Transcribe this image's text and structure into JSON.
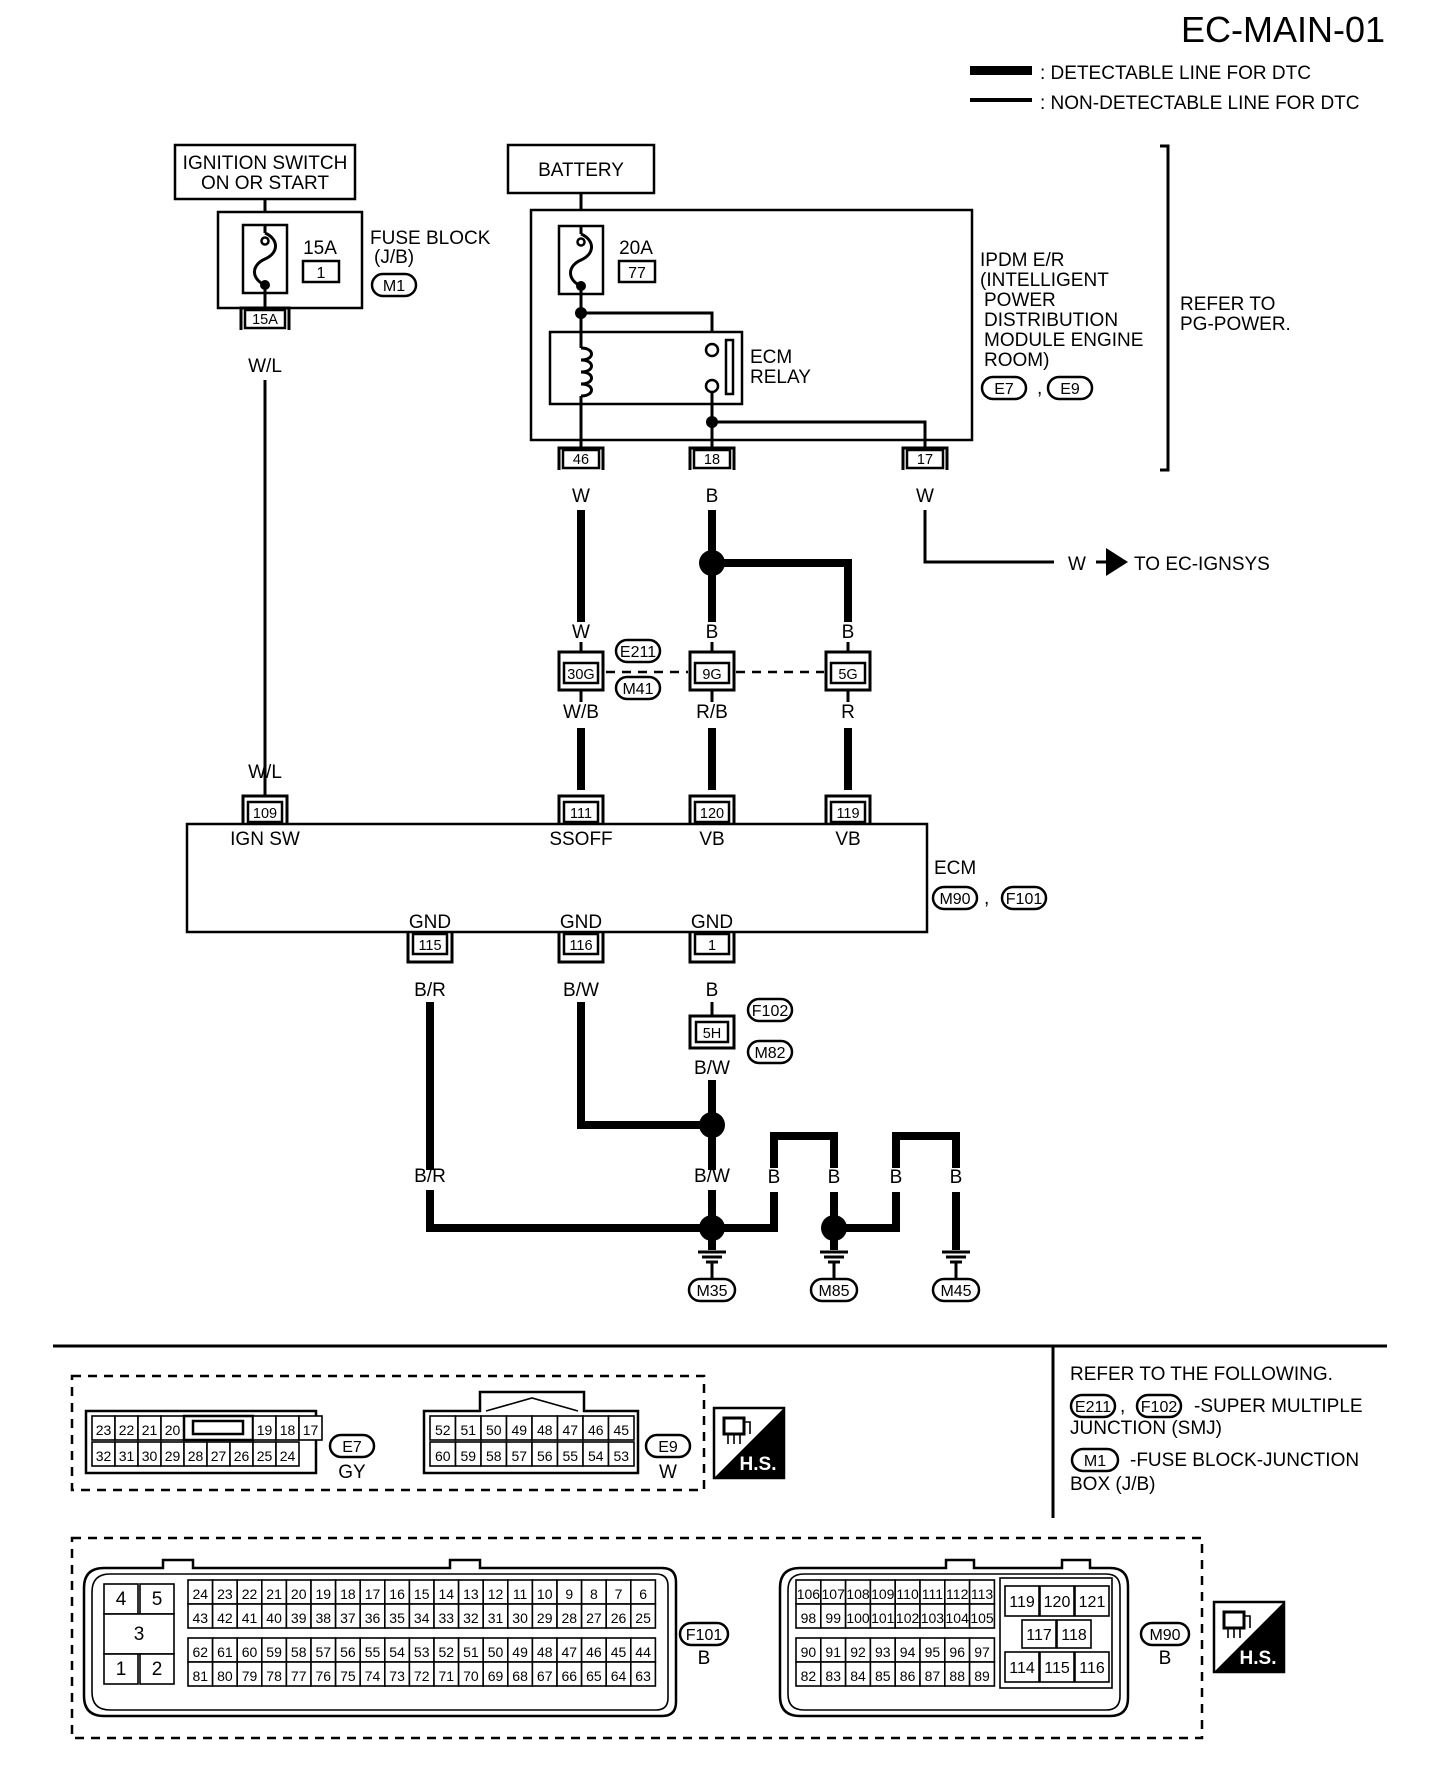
{
  "page_id": "EC-MAIN-01",
  "legend": {
    "detectable": ": DETECTABLE LINE FOR DTC",
    "non_detectable": ": NON-DETECTABLE LINE FOR DTC"
  },
  "ignition_switch": [
    "IGNITION SWITCH",
    "ON OR START"
  ],
  "battery": "BATTERY",
  "fuse_block": {
    "label": [
      "FUSE BLOCK",
      "(J/B)"
    ],
    "amp": "15A",
    "number": "1",
    "connector": "M1",
    "terminal": "15A",
    "wire": "W/L"
  },
  "ipdm": {
    "label": [
      "IPDM E/R",
      "(INTELLIGENT",
      "POWER",
      "DISTRIBUTION",
      "MODULE ENGINE",
      "ROOM)"
    ],
    "connectors": [
      "E7",
      "E9"
    ],
    "fuse_amp": "20A",
    "fuse_number": "77",
    "relay": [
      "ECM",
      "RELAY"
    ],
    "terminals": [
      "46",
      "18",
      "17"
    ],
    "wires": [
      "W",
      "B",
      "W"
    ]
  },
  "refer_pg": [
    "REFER TO",
    "PG-POWER."
  ],
  "to_ignsys": {
    "wire": "W",
    "text": "TO EC-IGNSYS"
  },
  "smj": {
    "connectors": [
      "E211",
      "M41"
    ],
    "pins": [
      "30G",
      "9G",
      "5G"
    ],
    "wires_above": [
      "W",
      "B",
      "B"
    ],
    "wires_below": [
      "W/B",
      "R/B",
      "R"
    ]
  },
  "ecm": {
    "label": "ECM",
    "connectors": [
      "M90",
      "F101"
    ],
    "top_wire": "W/L",
    "top_pins": [
      "109",
      "111",
      "120",
      "119"
    ],
    "top_names": [
      "IGN SW",
      "SSOFF",
      "VB",
      "VB"
    ],
    "bottom_names": [
      "GND",
      "GND",
      "GND"
    ],
    "bottom_pins": [
      "115",
      "116",
      "1"
    ],
    "bottom_wires": [
      "B/R",
      "B/W",
      "B"
    ]
  },
  "ground_junction": {
    "connectors": [
      "F102",
      "M82"
    ],
    "pin": "5H",
    "wire_below": "B/W"
  },
  "ground_wires": [
    "B/R",
    "B/W",
    "B",
    "B",
    "B",
    "B"
  ],
  "grounds": [
    "M35",
    "M85",
    "M45"
  ],
  "connector_views": {
    "e7": {
      "row1": [
        "23",
        "22",
        "21",
        "20",
        "",
        "19",
        "18",
        "17"
      ],
      "row2": [
        "32",
        "31",
        "30",
        "29",
        "28",
        "27",
        "26",
        "25",
        "24"
      ],
      "id": "E7",
      "color": "GY"
    },
    "e9": {
      "row1": [
        "52",
        "51",
        "50",
        "49",
        "48",
        "47",
        "46",
        "45"
      ],
      "row2": [
        "60",
        "59",
        "58",
        "57",
        "56",
        "55",
        "54",
        "53"
      ],
      "id": "E9",
      "color": "W"
    },
    "f101": {
      "left": [
        "4",
        "5",
        "3",
        "1",
        "2"
      ],
      "r1": [
        "24",
        "23",
        "22",
        "21",
        "20",
        "19",
        "18",
        "17",
        "16",
        "15",
        "14",
        "13",
        "12",
        "11",
        "10",
        "9",
        "8",
        "7",
        "6"
      ],
      "r2": [
        "43",
        "42",
        "41",
        "40",
        "39",
        "38",
        "37",
        "36",
        "35",
        "34",
        "33",
        "32",
        "31",
        "30",
        "29",
        "28",
        "27",
        "26",
        "25"
      ],
      "r3": [
        "62",
        "61",
        "60",
        "59",
        "58",
        "57",
        "56",
        "55",
        "54",
        "53",
        "52",
        "51",
        "50",
        "49",
        "48",
        "47",
        "46",
        "45",
        "44"
      ],
      "r4": [
        "81",
        "80",
        "79",
        "78",
        "77",
        "76",
        "75",
        "74",
        "73",
        "72",
        "71",
        "70",
        "69",
        "68",
        "67",
        "66",
        "65",
        "64",
        "63"
      ],
      "id": "F101",
      "color": "B"
    },
    "m90": {
      "r1": [
        "106",
        "107",
        "108",
        "109",
        "110",
        "111",
        "112",
        "113"
      ],
      "r2": [
        "98",
        "99",
        "100",
        "101",
        "102",
        "103",
        "104",
        "105"
      ],
      "r3": [
        "90",
        "91",
        "92",
        "93",
        "94",
        "95",
        "96",
        "97"
      ],
      "r4": [
        "82",
        "83",
        "84",
        "85",
        "86",
        "87",
        "88",
        "89"
      ],
      "right_top": [
        "119",
        "120",
        "121"
      ],
      "right_mid": [
        "117",
        "118"
      ],
      "right_bottom": [
        "114",
        "115",
        "116"
      ],
      "id": "M90",
      "color": "B"
    },
    "hs": "H.S."
  },
  "refer_box": {
    "title": "REFER TO THE FOLLOWING.",
    "smj_tags": [
      "E211",
      "F102"
    ],
    "smj_text": [
      "-SUPER MULTIPLE",
      "JUNCTION (SMJ)"
    ],
    "jb_tag": "M1",
    "jb_text": [
      "-FUSE BLOCK-JUNCTION",
      "BOX (J/B)"
    ]
  }
}
